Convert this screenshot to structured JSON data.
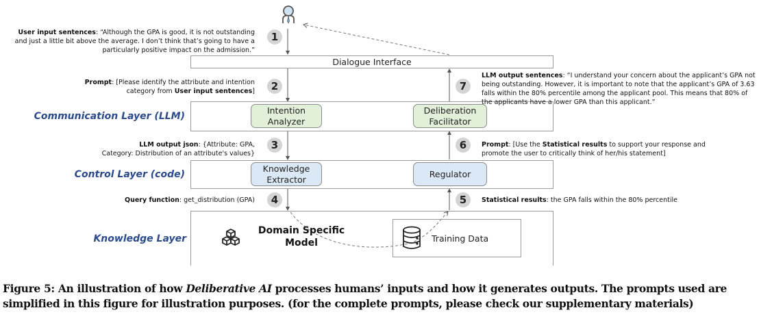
{
  "diagram": {
    "layers": {
      "dialogue": "Dialogue Interface",
      "communication": "Communication Layer (LLM)",
      "control": "Control Layer (code)",
      "knowledge": "Knowledge Layer"
    },
    "components": {
      "intention_analyzer": [
        "Intention",
        "Analyzer"
      ],
      "deliberation_facilitator": [
        "Deliberation",
        "Facilitator"
      ],
      "knowledge_extractor": [
        "Knowledge",
        "Extractor"
      ],
      "regulator": "Regulator",
      "domain_model": [
        "Domain Specific",
        "Model"
      ],
      "training_data": "Training Data"
    },
    "steps": [
      "1",
      "2",
      "3",
      "4",
      "5",
      "6",
      "7"
    ],
    "annotations": {
      "step1": {
        "label": "User input sentences",
        "lines": [
          ": “Although the GPA is good, it is not outstanding",
          "and just a little bit above the average. I don’t think that’s going to have a",
          "particularly positive impact on the admission.”"
        ]
      },
      "step2": {
        "label": "Prompt",
        "line1": ": [Please identify the attribute and intention",
        "line2_pre": "category from ",
        "line2_bold": "User input sentences",
        "line2_post": "]"
      },
      "step3": {
        "label": "LLM output json",
        "line1": ": {Attribute: GPA,",
        "line2": "Category: Distribution of an attribute's values}"
      },
      "step4": {
        "label": "Query function",
        "text": ": get_distribution (GPA)"
      },
      "step5": {
        "label": "Statistical results",
        "text": ": the GPA falls within the 80% percentile"
      },
      "step6": {
        "label": "Prompt",
        "line1_pre": ": [Use the ",
        "line1_bold": "Statistical results",
        "line1_post": " to support your response and",
        "line2": "promote the user to critically think of her/his statement]"
      },
      "step7": {
        "label": "LLM output sentences",
        "lines": [
          ": “I understand your concern about the applicant’s GPA not",
          "being outstanding. However, it is important to note that the applicant’s GPA of 3.63",
          "falls within the 80% percentile among the applicant pool. This means that 80% of",
          "the applicants have a lower GPA than this applicant.”"
        ]
      }
    },
    "icons": {
      "user": "user-icon",
      "model": "cubes-icon",
      "data": "database-icon"
    }
  },
  "caption": {
    "prefix": "Figure 5: An illustration of how ",
    "italic": "Deliberative AI",
    "line1_rest": " processes humans’ inputs and how it generates outputs. The prompts used are",
    "line2": "simplified in this figure for illustration purposes. (for the complete prompts, please check our supplementary materials)"
  }
}
